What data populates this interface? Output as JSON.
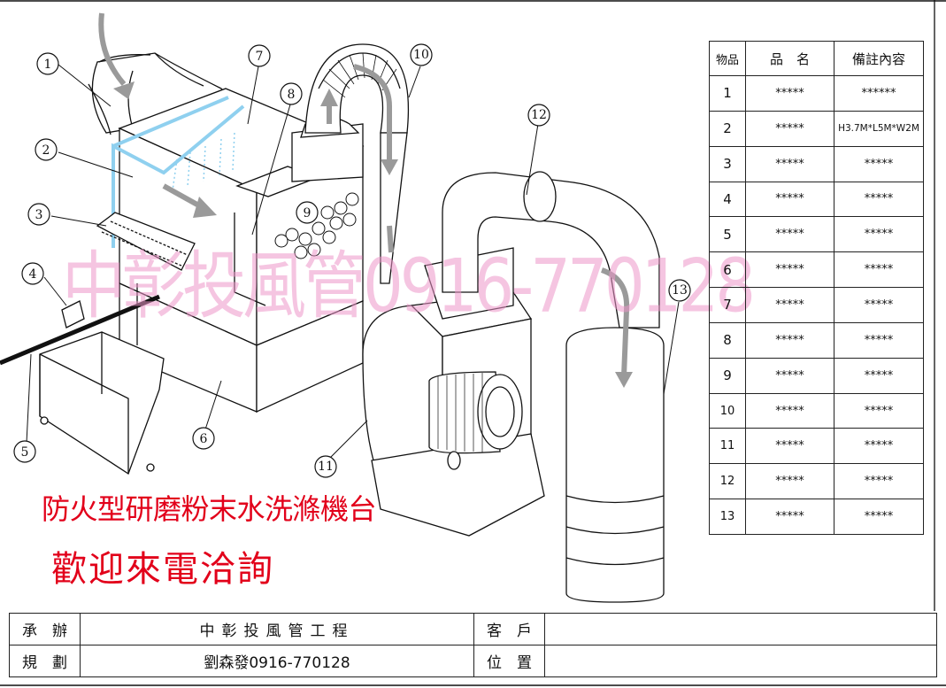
{
  "callouts": [
    "1",
    "2",
    "3",
    "4",
    "5",
    "6",
    "7",
    "8",
    "9",
    "10",
    "11",
    "12",
    "13"
  ],
  "table": {
    "headers": [
      "物品",
      "品　名",
      "備註內容"
    ],
    "rows": [
      {
        "no": "1",
        "name": "*****",
        "note": "******"
      },
      {
        "no": "2",
        "name": "*****",
        "note": "H3.7M*L5M*W2M"
      },
      {
        "no": "3",
        "name": "*****",
        "note": "*****"
      },
      {
        "no": "4",
        "name": "*****",
        "note": "*****"
      },
      {
        "no": "5",
        "name": "*****",
        "note": "*****"
      },
      {
        "no": "6",
        "name": "*****",
        "note": "*****"
      },
      {
        "no": "7",
        "name": "*****",
        "note": "*****"
      },
      {
        "no": "8",
        "name": "*****",
        "note": "*****"
      },
      {
        "no": "9",
        "name": "*****",
        "note": "*****"
      },
      {
        "no": "10",
        "name": "*****",
        "note": "*****"
      },
      {
        "no": "11",
        "name": "*****",
        "note": "*****"
      },
      {
        "no": "12",
        "name": "*****",
        "note": "*****"
      },
      {
        "no": "13",
        "name": "*****",
        "note": "*****"
      }
    ]
  },
  "product_title": "防火型研磨粉末水洗滌機台",
  "welcome_text": "歡迎來電洽詢",
  "watermark": "中彰投風管0916-770128",
  "title_block": {
    "handler_label": "承　辦",
    "company": "中彰投風管工程",
    "customer_label": "客　戶",
    "customer_value": "",
    "planner_label": "規　劃",
    "planner_value": "劉森發0916-770128",
    "location_label": "位　置",
    "location_value": ""
  },
  "colors": {
    "red": "#e2001a",
    "water_pipe": "#8fd0ef",
    "watermark": "#ec96c8",
    "arrow_gray": "#9a9a9a"
  }
}
